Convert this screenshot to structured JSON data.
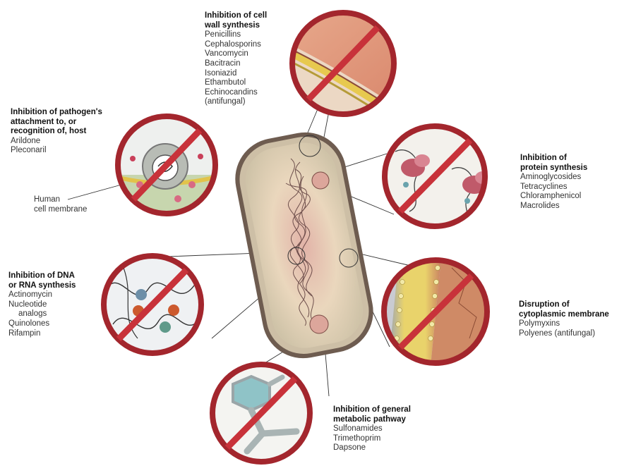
{
  "colors": {
    "ring": "#a3262d",
    "slash": "#c8323a",
    "cell_outer": "#6b5a4e",
    "cell_body": "#e6d2b8",
    "cell_center": "#d9a7a0"
  },
  "groups": {
    "cell_wall": {
      "heading": [
        "Inhibition of cell",
        "wall synthesis"
      ],
      "items": [
        "Penicillins",
        "Cephalosporins",
        "Vancomycin",
        "Bacitracin",
        "Isoniazid",
        "Ethambutol",
        "Echinocandins",
        "(antifungal)"
      ]
    },
    "attachment": {
      "heading": [
        "Inhibition of pathogen's",
        "attachment to, or",
        "recognition of, host"
      ],
      "items": [
        "Arildone",
        "Pleconaril"
      ]
    },
    "protein": {
      "heading": [
        "Inhibition of",
        "protein synthesis"
      ],
      "items": [
        "Aminoglycosides",
        "Tetracyclines",
        "Chloramphenicol",
        "Macrolides"
      ]
    },
    "dna_rna": {
      "heading": [
        "Inhibition of DNA",
        "or RNA synthesis"
      ],
      "items": [
        "Actinomycin",
        "Nucleotide",
        "analogs",
        "Quinolones",
        "Rifampin"
      ]
    },
    "membrane": {
      "heading": [
        "Disruption of",
        "cytoplasmic membrane"
      ],
      "items": [
        "Polymyxins",
        "Polyenes (antifungal)"
      ]
    },
    "metabolic": {
      "heading": [
        "Inhibition of general",
        "metabolic pathway"
      ],
      "items": [
        "Sulfonamides",
        "Trimethoprim",
        "Dapsone"
      ]
    }
  },
  "callouts": {
    "human_membrane": [
      "Human",
      "cell membrane"
    ]
  }
}
